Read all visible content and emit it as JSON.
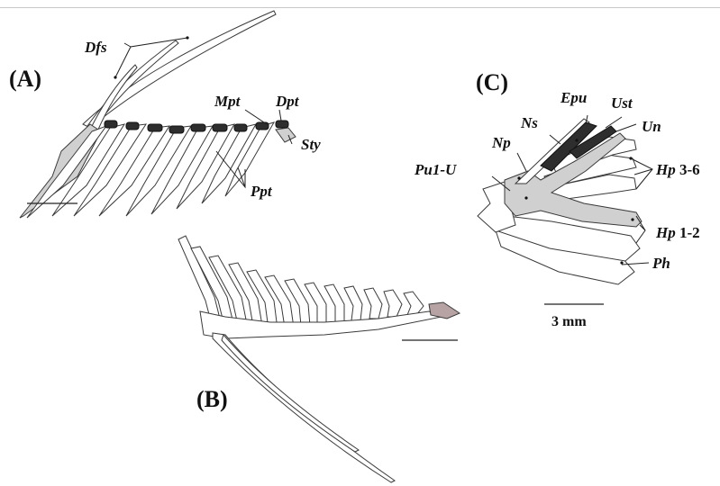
{
  "panels": {
    "a": {
      "letter": "(A)"
    },
    "b": {
      "letter": "(B)"
    },
    "c": {
      "letter": "(C)"
    }
  },
  "labels": {
    "dfs": "Dfs",
    "mpt": "Mpt",
    "dpt": "Dpt",
    "sty": "Sty",
    "ppt": "Ppt",
    "epu": "Epu",
    "ust": "Ust",
    "un": "Un",
    "ns": "Ns",
    "np": "Np",
    "pu1u": "Pu1-U",
    "hp36_abbr": "Hp",
    "hp36_num": " 3-6",
    "hp12_abbr": "Hp",
    "hp12_num": " 1-2",
    "ph": "Ph"
  },
  "scale": {
    "text": "3 mm"
  },
  "colors": {
    "grey_fill": "#d0d0d0",
    "dark_fill": "#2e2e2e",
    "pink_fill": "#b7a3a4"
  }
}
